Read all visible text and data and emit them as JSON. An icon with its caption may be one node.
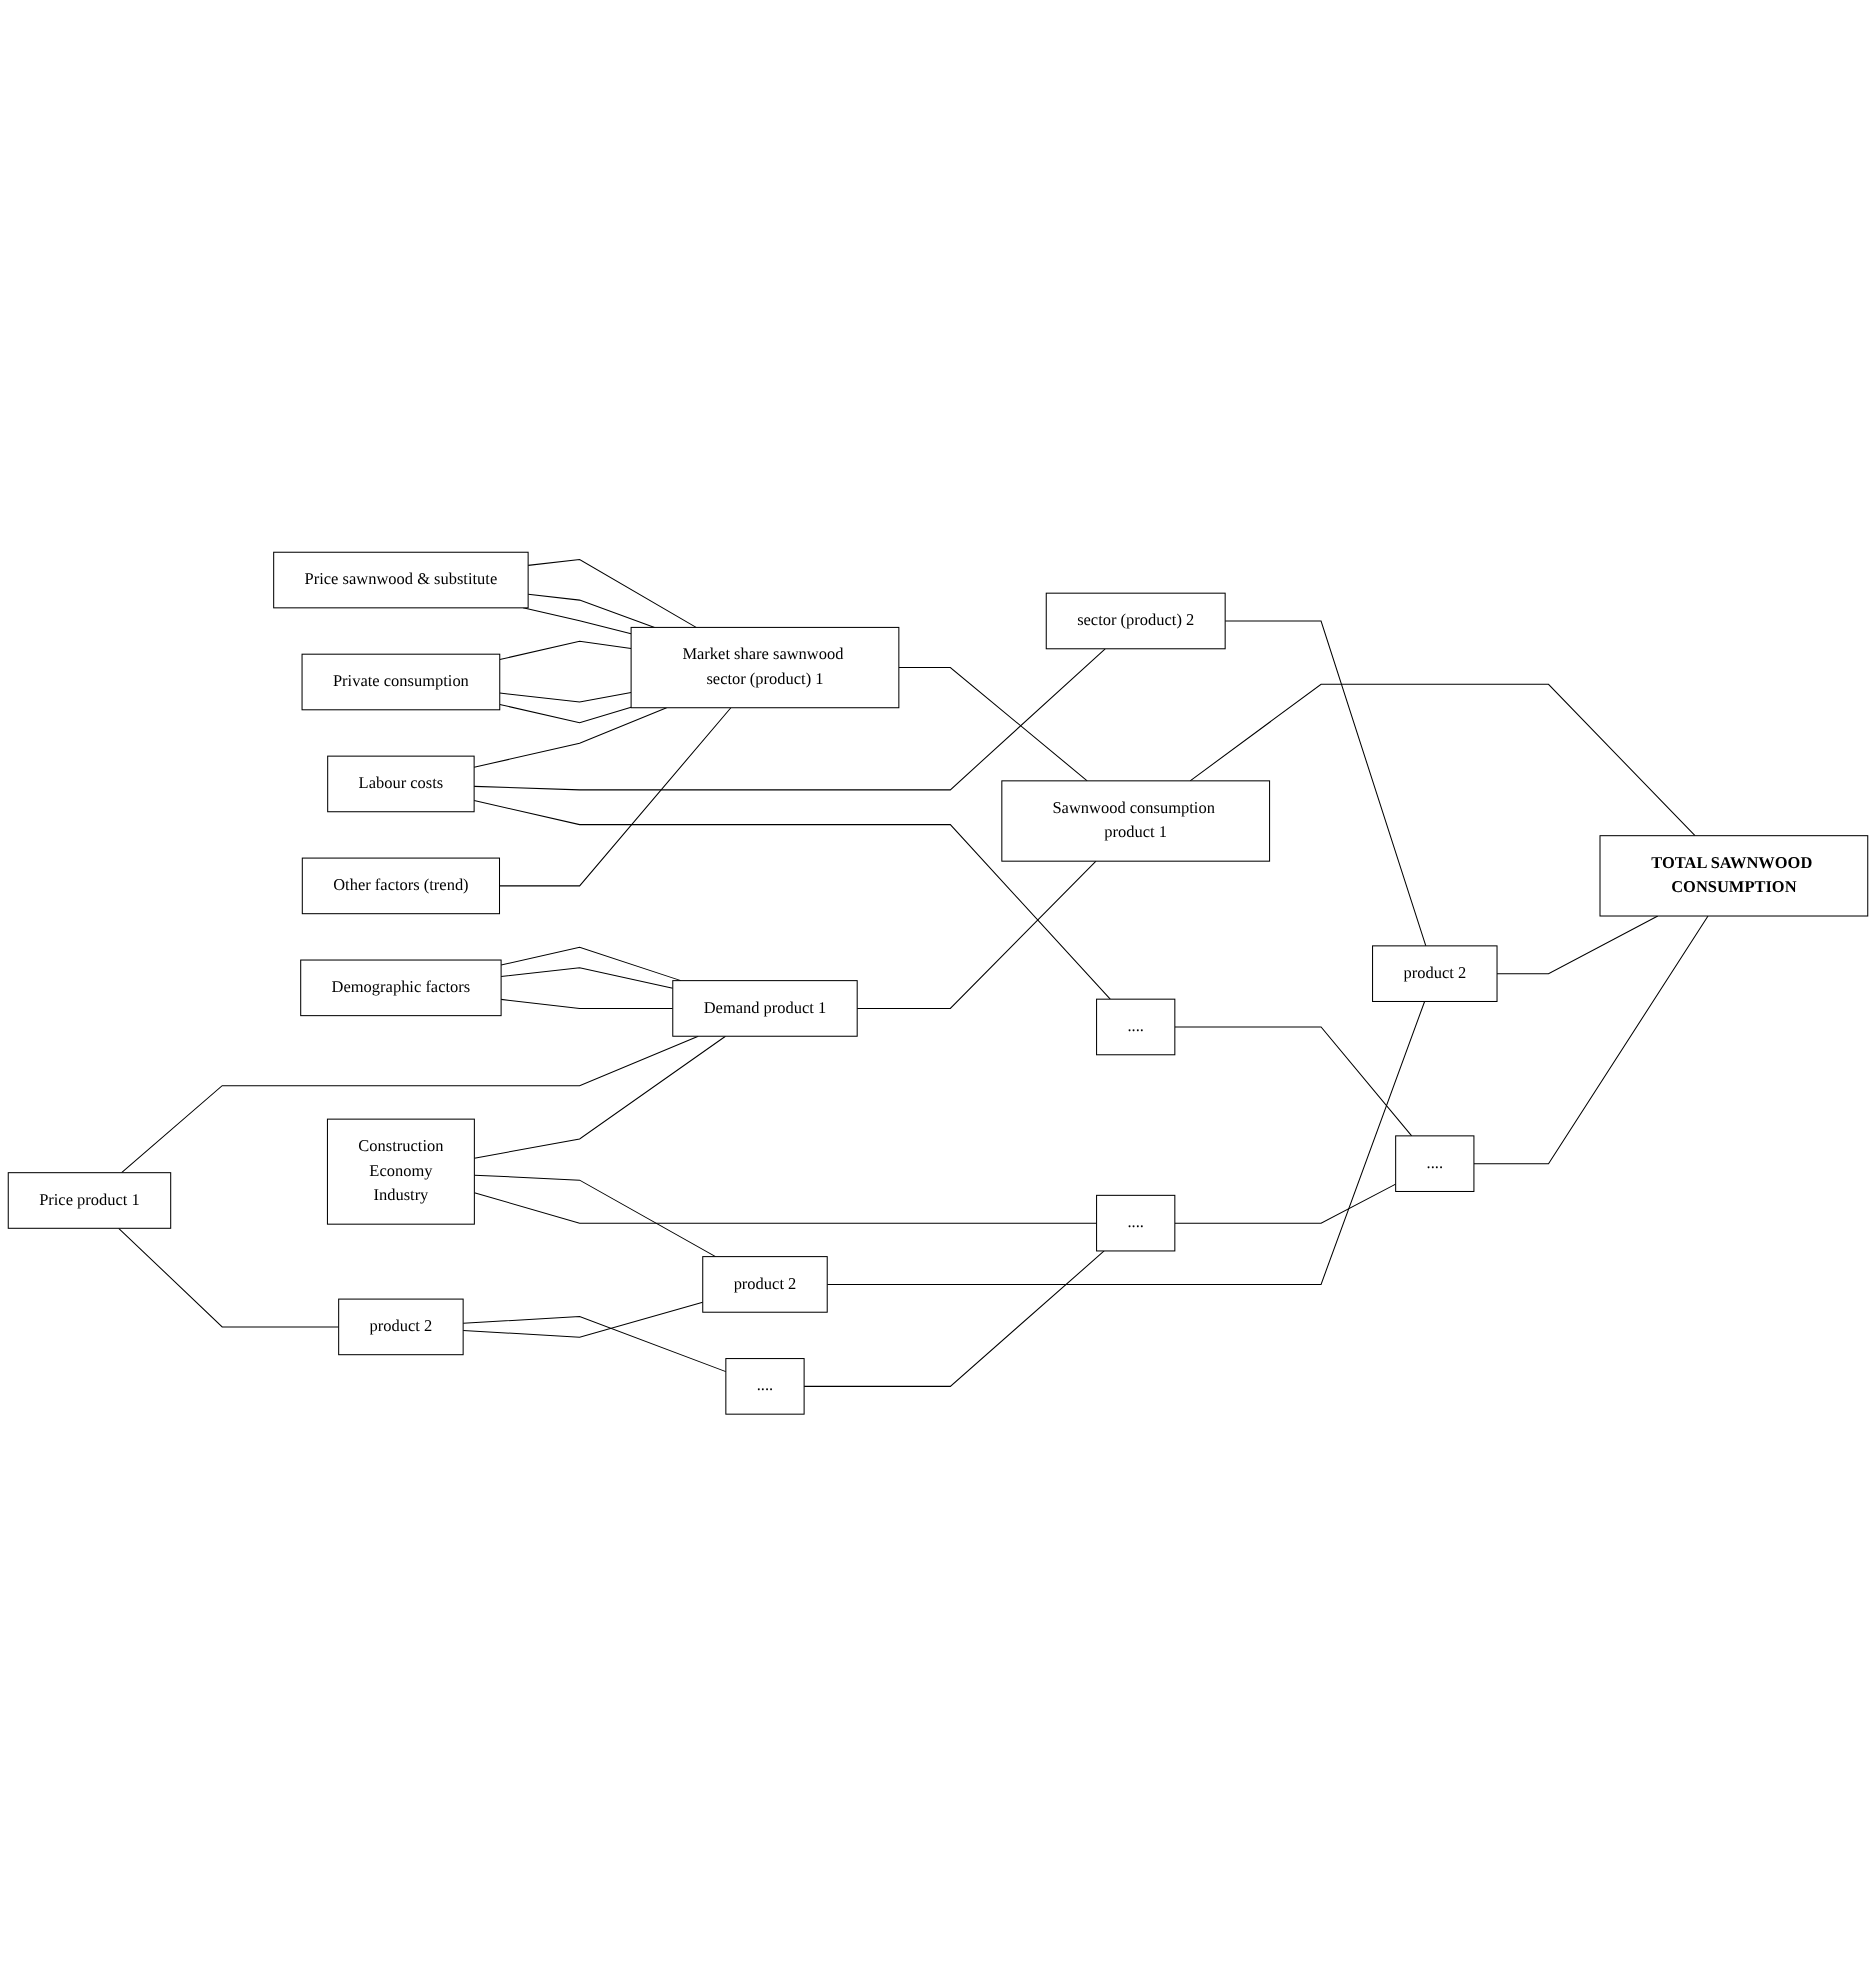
{
  "diagram": {
    "nodes": [
      {
        "text": [
          "Price sawnwood & substitute"
        ]
      },
      {
        "text": [
          "Private consumption"
        ]
      },
      {
        "text": [
          "Labour costs"
        ]
      },
      {
        "text": [
          "Other factors (trend)"
        ]
      },
      {
        "text": [
          "Market share sawnwood sector (product) 1"
        ]
      },
      {
        "text": [
          "sector (product) 2"
        ]
      },
      {
        "text": [
          "...."
        ]
      },
      {
        "text": [
          "Demographic factors"
        ]
      },
      {
        "text": [
          "Price product 1"
        ]
      },
      {
        "text": [
          "product 2"
        ]
      },
      {
        "text": [
          "...."
        ]
      },
      {
        "text": [
          "Construction",
          "Economy",
          "Industry"
        ]
      },
      {
        "text": [
          "Demand product 1"
        ]
      },
      {
        "text": [
          "product 2"
        ]
      },
      {
        "text": [
          "...."
        ]
      },
      {
        "text": [
          "Sawnwood consumption product 1"
        ]
      },
      {
        "text": [
          "product 2"
        ]
      },
      {
        "text": [
          "...."
        ]
      },
      {
        "text": [
          "TOTAL SAWNWOOD CONSUMPTION"
        ]
      }
    ],
    "edges": [
      {
        "from": 0,
        "to": 4,
        "arrow": "none"
      },
      {
        "from": 0,
        "to": 4,
        "arrow": "none"
      },
      {
        "from": 0,
        "to": 4,
        "arrow": "none"
      },
      {
        "from": 1,
        "to": 4,
        "arrow": "none"
      },
      {
        "from": 1,
        "to": 4,
        "arrow": "none"
      },
      {
        "from": 1,
        "to": 4,
        "arrow": "none"
      },
      {
        "from": 3,
        "to": 4,
        "arrow": "none"
      },
      {
        "from": 2,
        "to": 4,
        "arrow": "none"
      },
      {
        "from": 2,
        "to": 5,
        "arrow": "none"
      },
      {
        "from": 2,
        "to": 6,
        "arrow": "none"
      },
      {
        "from": 4,
        "to": 15,
        "arrow": "none"
      },
      {
        "from": 5,
        "to": 16,
        "arrow": "none"
      },
      {
        "from": 6,
        "to": 17,
        "arrow": "none"
      },
      {
        "from": 7,
        "to": 12,
        "arrow": "none"
      },
      {
        "from": 7,
        "to": 12,
        "arrow": "none"
      },
      {
        "from": 7,
        "to": 12,
        "arrow": "none"
      },
      {
        "from": 8,
        "to": 12,
        "arrow": "none"
      },
      {
        "from": 8,
        "to": 9,
        "arrow": "none"
      },
      {
        "from": 9,
        "to": 10,
        "arrow": "none"
      },
      {
        "from": 9,
        "to": 13,
        "arrow": "none"
      },
      {
        "from": 10,
        "to": 14,
        "arrow": "none"
      },
      {
        "from": 11,
        "to": 12,
        "arrow": "none"
      },
      {
        "from": 11,
        "to": 13,
        "arrow": "none"
      },
      {
        "from": 11,
        "to": 14,
        "arrow": "none"
      },
      {
        "from": 12,
        "to": 15,
        "arrow": "none"
      },
      {
        "from": 13,
        "to": 16,
        "arrow": "none"
      },
      {
        "from": 14,
        "to": 17,
        "arrow": "none"
      },
      {
        "from": 15,
        "to": 18,
        "arrow": "none"
      },
      {
        "from": 16,
        "to": 18,
        "arrow": "none"
      },
      {
        "from": 17,
        "to": 18,
        "arrow": "none"
      }
    ]
  }
}
